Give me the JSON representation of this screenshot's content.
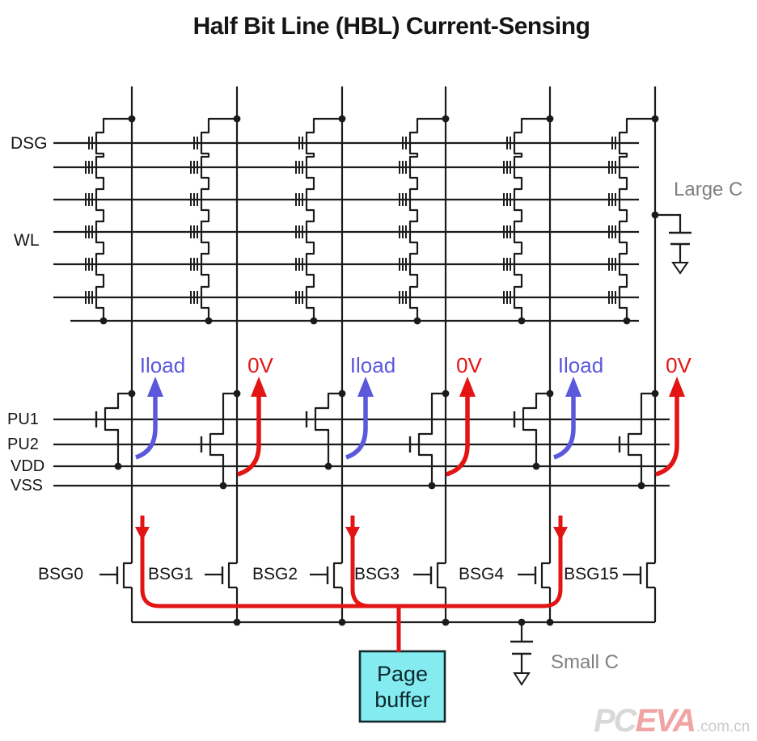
{
  "title": "Half Bit Line (HBL) Current-Sensing",
  "array_labels": {
    "dsg": "DSG",
    "wl": "WL"
  },
  "rail_labels": {
    "pu1": "PU1",
    "pu2": "PU2",
    "vdd": "VDD",
    "vss": "VSS"
  },
  "columns": [
    {
      "bsg": "BSG0",
      "sense": "Iload"
    },
    {
      "bsg": "BSG1",
      "sense": "0V"
    },
    {
      "bsg": "BSG2",
      "sense": "Iload"
    },
    {
      "bsg": "BSG3",
      "sense": "0V"
    },
    {
      "bsg": "BSG4",
      "sense": "Iload"
    },
    {
      "bsg": "BSG15",
      "sense": "0V"
    }
  ],
  "capacitors": {
    "large": "Large C",
    "small": "Small C"
  },
  "page_buffer": {
    "line1": "Page",
    "line2": "buffer"
  },
  "watermark": {
    "part1": "PC",
    "part2": "EVA",
    "part3": ".com.cn"
  },
  "colors": {
    "wire": "#1b1b1b",
    "blue": "#5b58dc",
    "red": "#e31414",
    "gray": "#808080",
    "cyan": "#84ecf0",
    "box_text": "#0c2a2d",
    "watermark_gray": "#d9d9d9",
    "watermark_pink": "#f0a4a4",
    "watermark_domain": "#c9c9c9"
  }
}
